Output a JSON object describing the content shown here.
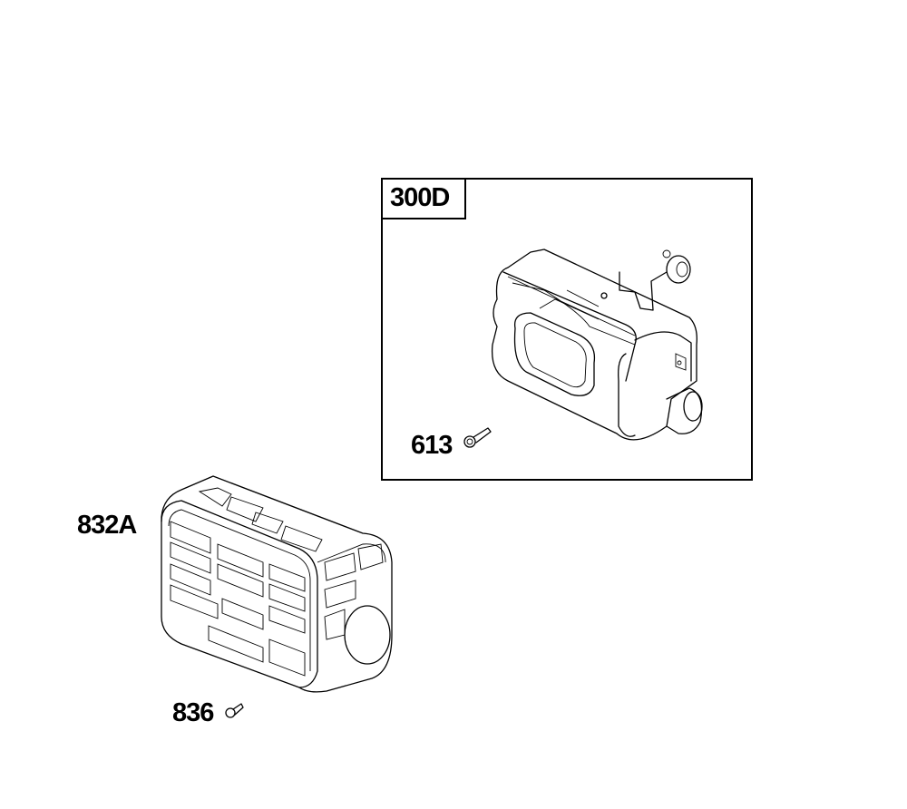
{
  "callouts": {
    "assembly": "300D",
    "screw_muffler": "613",
    "guard": "832A",
    "screw_guard": "836"
  },
  "colors": {
    "line": "#000000",
    "background": "#ffffff"
  }
}
